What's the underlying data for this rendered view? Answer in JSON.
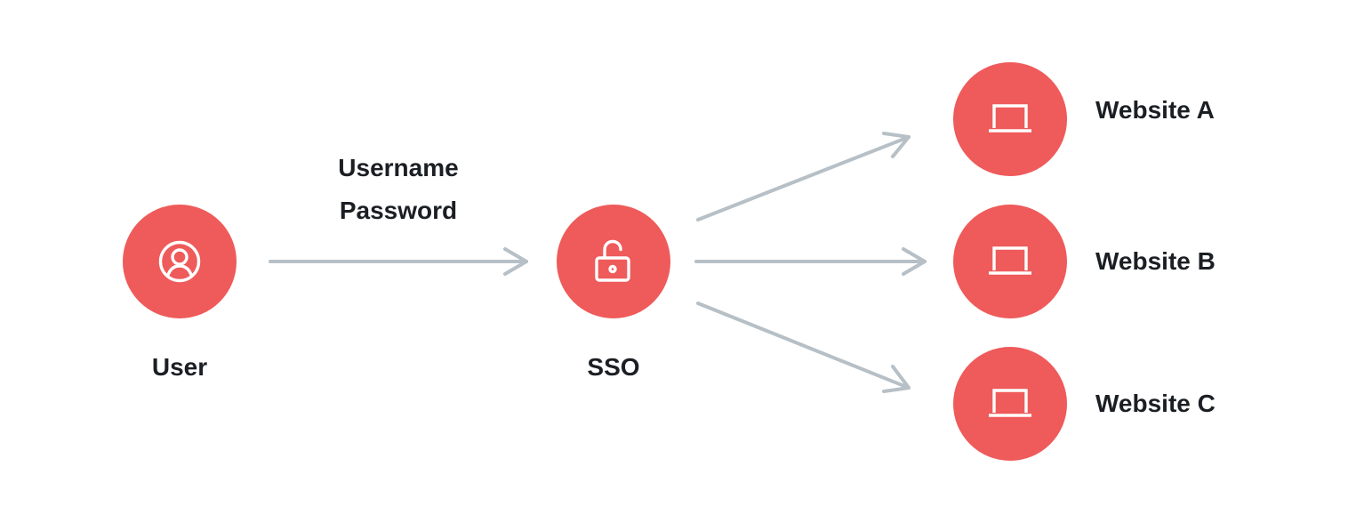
{
  "colors": {
    "node_fill": "#ef5a5a",
    "icon_stroke": "#ffffff",
    "arrow": "#b6c0c6",
    "text": "#1b1f24"
  },
  "nodes": {
    "user": {
      "label": "User",
      "icon": "user-icon"
    },
    "sso": {
      "label": "SSO",
      "icon": "lock-icon"
    },
    "website_a": {
      "label": "Website A",
      "icon": "laptop-icon"
    },
    "website_b": {
      "label": "Website B",
      "icon": "laptop-icon"
    },
    "website_c": {
      "label": "Website C",
      "icon": "laptop-icon"
    }
  },
  "edges": {
    "user_to_sso": {
      "label_line1": "Username",
      "label_line2": "Password"
    }
  }
}
